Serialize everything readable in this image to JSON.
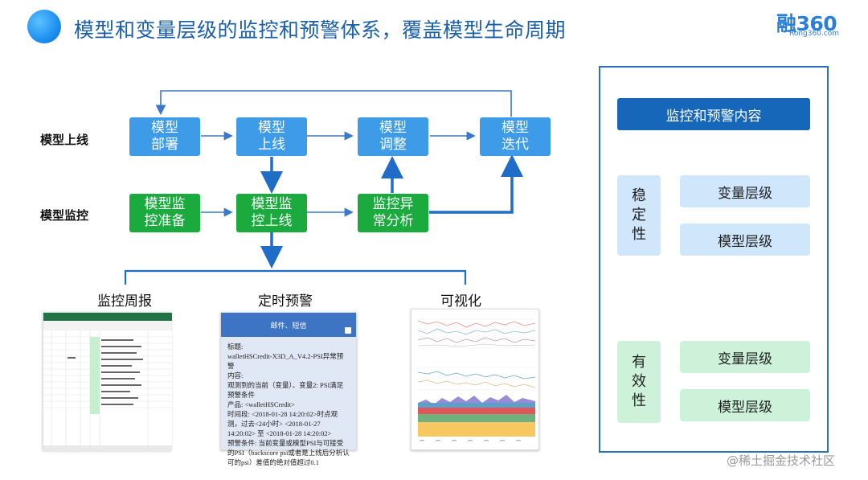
{
  "header": {
    "title": "模型和变量层级的监控和预警体系，覆盖模型生命周期",
    "logo_main": "融360",
    "logo_sub": "Rong360.com"
  },
  "rows": {
    "online_label": "模型上线",
    "monitor_label": "模型监控"
  },
  "flow": {
    "deploy": "模型\n部署",
    "launch": "模型\n上线",
    "adjust": "模型\n调整",
    "iterate": "模型\n迭代",
    "monitor_prep": "模型监\n控准备",
    "monitor_launch": "模型监\n控上线",
    "anomaly": "监控异\n常分析"
  },
  "outputs": {
    "weekly_report": "监控周报",
    "timed_alert": "定时预警",
    "visualization": "可视化"
  },
  "alert_doc": {
    "header_text": "邮件、短信",
    "body": "标题:\nwalletHSCredit-X3D_A_V4.2-PSI异常预警\n内容:\n观测到的当前（变量）、变量2: PSI满足预警条件\n产品: <walletHSCredit>\n时间段: <2018-01-28 14:20:02>时点观测，过去<24小时> <2018-01-27 14:20:02> 至 <2018-01-28 14:20:02>\n预警条件: 当前变量或模型PSI与可接受的PSI（backscore psi或者是上线后分析认可的psi）差值的绝对值超过0.1"
  },
  "panel": {
    "heading": "监控和预警内容",
    "stability": "稳\n定\n性",
    "effectiveness": "有\n效\n性",
    "items": [
      "变量层级",
      "模型层级",
      "变量层级",
      "模型层级"
    ]
  },
  "watermark": "@稀土掘金技术社区",
  "colors": {
    "flow_blue": "#3d9be8",
    "flow_green": "#1aaa3e",
    "arrow_blue": "#1f6dc6",
    "panel_border": "#2a6fc0",
    "panel_head": "#1667ba",
    "cat_blue": "#cfe6fb",
    "cat_green": "#cdf2d9"
  }
}
